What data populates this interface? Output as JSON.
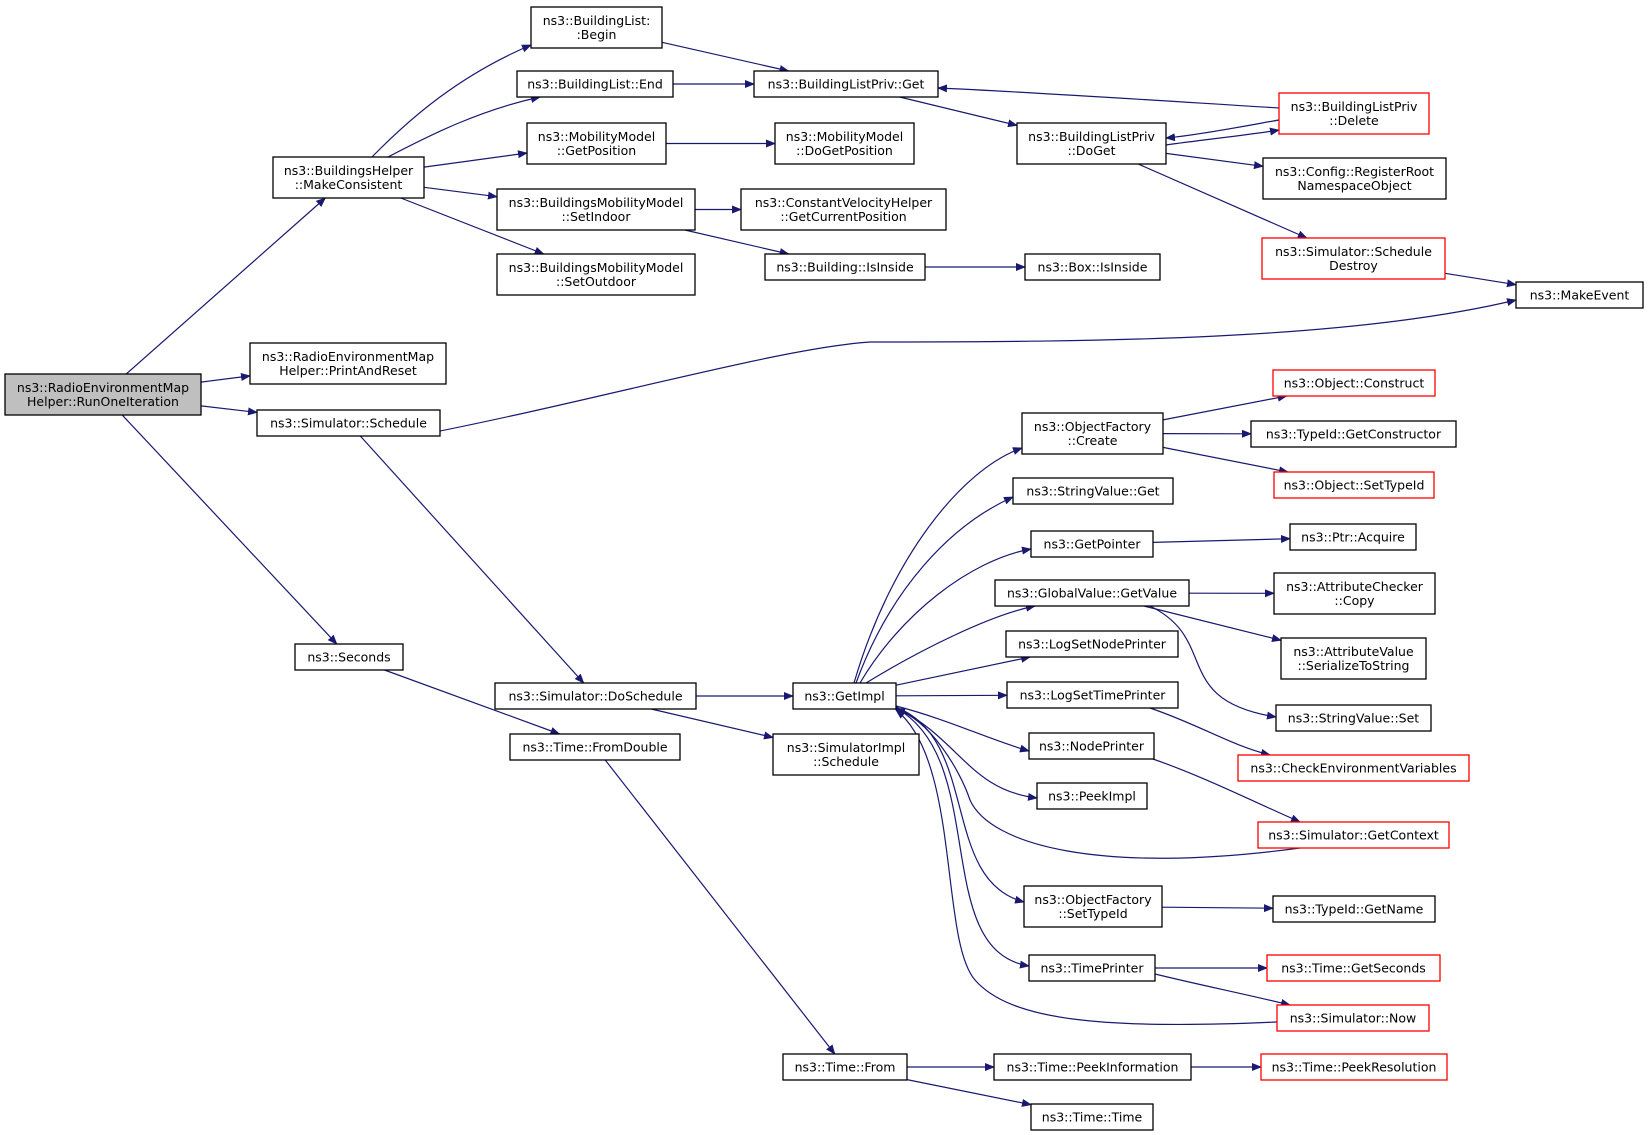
{
  "colors": {
    "edge": "#191970",
    "root_fill": "#bfbfbf",
    "node_border": "#000000",
    "truncated_border": "#ff0000"
  },
  "nodes": [
    {
      "id": "root",
      "label": [
        "ns3::RadioEnvironmentMap",
        "Helper::RunOneIteration"
      ],
      "style": "root"
    },
    {
      "id": "mc",
      "label": [
        "ns3::BuildingsHelper",
        "::MakeConsistent"
      ]
    },
    {
      "id": "par",
      "label": [
        "ns3::RadioEnvironmentMap",
        "Helper::PrintAndReset"
      ]
    },
    {
      "id": "sched",
      "label": [
        "ns3::Simulator::Schedule"
      ]
    },
    {
      "id": "secs",
      "label": [
        "ns3::Seconds"
      ]
    },
    {
      "id": "blbegin",
      "label": [
        "ns3::BuildingList:",
        ":Begin"
      ]
    },
    {
      "id": "blend",
      "label": [
        "ns3::BuildingList::End"
      ]
    },
    {
      "id": "mmgp",
      "label": [
        "ns3::MobilityModel",
        "::GetPosition"
      ]
    },
    {
      "id": "bmmsi",
      "label": [
        "ns3::BuildingsMobilityModel",
        "::SetIndoor"
      ]
    },
    {
      "id": "bmmso",
      "label": [
        "ns3::BuildingsMobilityModel",
        "::SetOutdoor"
      ]
    },
    {
      "id": "blpget",
      "label": [
        "ns3::BuildingListPriv::Get"
      ]
    },
    {
      "id": "mmdgp",
      "label": [
        "ns3::MobilityModel",
        "::DoGetPosition"
      ]
    },
    {
      "id": "cvh",
      "label": [
        "ns3::ConstantVelocityHelper",
        "::GetCurrentPosition"
      ]
    },
    {
      "id": "bii",
      "label": [
        "ns3::Building::IsInside"
      ]
    },
    {
      "id": "blpdoget",
      "label": [
        "ns3::BuildingListPriv",
        "::DoGet"
      ]
    },
    {
      "id": "blpdel",
      "label": [
        "ns3::BuildingListPriv",
        "::Delete"
      ],
      "style": "red"
    },
    {
      "id": "crno",
      "label": [
        "ns3::Config::RegisterRoot",
        "NamespaceObject"
      ]
    },
    {
      "id": "ssd",
      "label": [
        "ns3::Simulator::Schedule",
        "Destroy"
      ],
      "style": "red"
    },
    {
      "id": "boxii",
      "label": [
        "ns3::Box::IsInside"
      ]
    },
    {
      "id": "makeevent",
      "label": [
        "ns3::MakeEvent"
      ]
    },
    {
      "id": "dosched",
      "label": [
        "ns3::Simulator::DoSchedule"
      ]
    },
    {
      "id": "tfd",
      "label": [
        "ns3::Time::FromDouble"
      ]
    },
    {
      "id": "getimpl",
      "label": [
        "ns3::GetImpl"
      ]
    },
    {
      "id": "sisched",
      "label": [
        "ns3::SimulatorImpl",
        "::Schedule"
      ]
    },
    {
      "id": "tfrom",
      "label": [
        "ns3::Time::From"
      ]
    },
    {
      "id": "ofcreate",
      "label": [
        "ns3::ObjectFactory",
        "::Create"
      ]
    },
    {
      "id": "svget",
      "label": [
        "ns3::StringValue::Get"
      ]
    },
    {
      "id": "getptr",
      "label": [
        "ns3::GetPointer"
      ]
    },
    {
      "id": "gvgv",
      "label": [
        "ns3::GlobalValue::GetValue"
      ]
    },
    {
      "id": "lsnp",
      "label": [
        "ns3::LogSetNodePrinter"
      ]
    },
    {
      "id": "lstp",
      "label": [
        "ns3::LogSetTimePrinter"
      ]
    },
    {
      "id": "nodep",
      "label": [
        "ns3::NodePrinter"
      ]
    },
    {
      "id": "peekimpl",
      "label": [
        "ns3::PeekImpl"
      ]
    },
    {
      "id": "ofsti",
      "label": [
        "ns3::ObjectFactory",
        "::SetTypeId"
      ]
    },
    {
      "id": "timep",
      "label": [
        "ns3::TimePrinter"
      ]
    },
    {
      "id": "tpi",
      "label": [
        "ns3::Time::PeekInformation"
      ]
    },
    {
      "id": "ttime",
      "label": [
        "ns3::Time::Time"
      ]
    },
    {
      "id": "objcons",
      "label": [
        "ns3::Object::Construct"
      ],
      "style": "red"
    },
    {
      "id": "tigc",
      "label": [
        "ns3::TypeId::GetConstructor"
      ]
    },
    {
      "id": "objsti",
      "label": [
        "ns3::Object::SetTypeId"
      ],
      "style": "red"
    },
    {
      "id": "ptracq",
      "label": [
        "ns3::Ptr::Acquire"
      ]
    },
    {
      "id": "accopy",
      "label": [
        "ns3::AttributeChecker",
        "::Copy"
      ]
    },
    {
      "id": "avsts",
      "label": [
        "ns3::AttributeValue",
        "::SerializeToString"
      ]
    },
    {
      "id": "svset",
      "label": [
        "ns3::StringValue::Set"
      ]
    },
    {
      "id": "cev",
      "label": [
        "ns3::CheckEnvironmentVariables"
      ],
      "style": "red"
    },
    {
      "id": "sgc",
      "label": [
        "ns3::Simulator::GetContext"
      ],
      "style": "red"
    },
    {
      "id": "tign",
      "label": [
        "ns3::TypeId::GetName"
      ]
    },
    {
      "id": "tgs",
      "label": [
        "ns3::Time::GetSeconds"
      ],
      "style": "red"
    },
    {
      "id": "snow",
      "label": [
        "ns3::Simulator::Now"
      ],
      "style": "red"
    },
    {
      "id": "tpr",
      "label": [
        "ns3::Time::PeekResolution"
      ],
      "style": "red"
    }
  ],
  "edges": [
    [
      "root",
      "mc"
    ],
    [
      "root",
      "par"
    ],
    [
      "root",
      "sched"
    ],
    [
      "root",
      "secs"
    ],
    [
      "mc",
      "blbegin"
    ],
    [
      "mc",
      "blend"
    ],
    [
      "mc",
      "mmgp"
    ],
    [
      "mc",
      "bmmsi"
    ],
    [
      "mc",
      "bmmso"
    ],
    [
      "blbegin",
      "blpget"
    ],
    [
      "blend",
      "blpget"
    ],
    [
      "mmgp",
      "mmdgp"
    ],
    [
      "bmmsi",
      "cvh"
    ],
    [
      "bmmsi",
      "bii"
    ],
    [
      "blpget",
      "blpdoget"
    ],
    [
      "bii",
      "boxii"
    ],
    [
      "blpdoget",
      "blpdel"
    ],
    [
      "blpdoget",
      "crno"
    ],
    [
      "blpdoget",
      "ssd"
    ],
    [
      "blpdel",
      "blpget"
    ],
    [
      "blpdel",
      "blpdoget"
    ],
    [
      "ssd",
      "makeevent"
    ],
    [
      "sched",
      "makeevent"
    ],
    [
      "sched",
      "dosched"
    ],
    [
      "secs",
      "tfd"
    ],
    [
      "dosched",
      "getimpl"
    ],
    [
      "dosched",
      "sisched"
    ],
    [
      "tfd",
      "tfrom"
    ],
    [
      "getimpl",
      "ofcreate"
    ],
    [
      "getimpl",
      "svget"
    ],
    [
      "getimpl",
      "getptr"
    ],
    [
      "getimpl",
      "gvgv"
    ],
    [
      "getimpl",
      "lsnp"
    ],
    [
      "getimpl",
      "lstp"
    ],
    [
      "getimpl",
      "nodep"
    ],
    [
      "getimpl",
      "peekimpl"
    ],
    [
      "getimpl",
      "ofsti"
    ],
    [
      "getimpl",
      "timep"
    ],
    [
      "ofcreate",
      "objcons"
    ],
    [
      "ofcreate",
      "tigc"
    ],
    [
      "ofcreate",
      "objsti"
    ],
    [
      "getptr",
      "ptracq"
    ],
    [
      "gvgv",
      "accopy"
    ],
    [
      "gvgv",
      "avsts"
    ],
    [
      "gvgv",
      "svset"
    ],
    [
      "lstp",
      "cev"
    ],
    [
      "nodep",
      "sgc"
    ],
    [
      "sgc",
      "getimpl"
    ],
    [
      "ofsti",
      "tign"
    ],
    [
      "timep",
      "tgs"
    ],
    [
      "timep",
      "snow"
    ],
    [
      "snow",
      "getimpl"
    ],
    [
      "tfrom",
      "tpi"
    ],
    [
      "tfrom",
      "ttime"
    ],
    [
      "tpi",
      "tpr"
    ]
  ]
}
